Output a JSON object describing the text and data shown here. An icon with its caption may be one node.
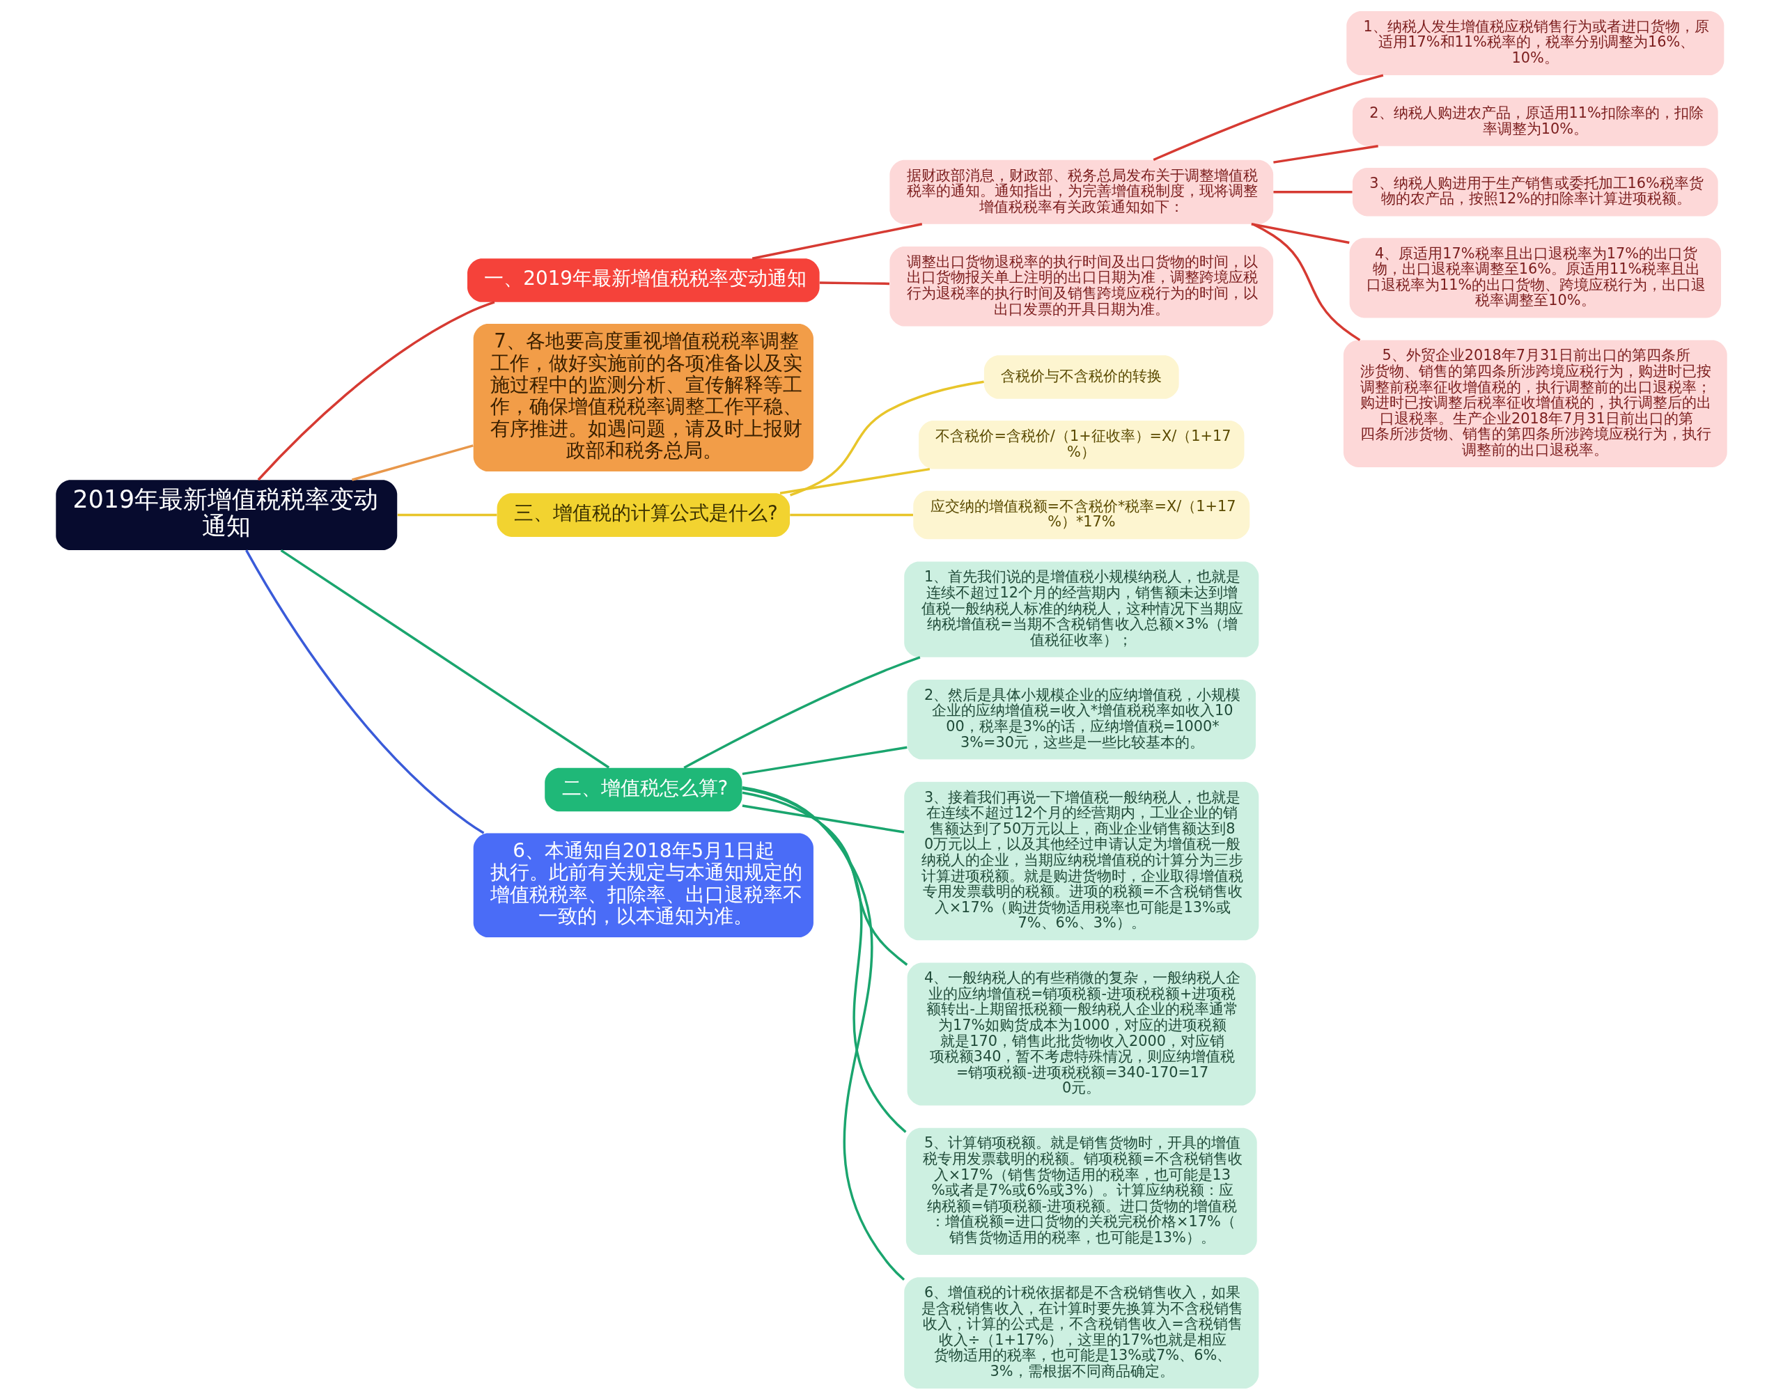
{
  "diagram": {
    "nodes": [
      {
        "text": [
          "2019年最新增值税税率变动通知"
        ]
      },
      {
        "text": [
          "一、2019年最新增值税税率变动通知"
        ]
      },
      {
        "text": [
          "据财政部消息，财政部、税务总局发布关于调整增值税税率的通知。通知指出，为完善增值税制度，现将调整增值税税率有关政策通知如下："
        ]
      },
      {
        "text": [
          "1、纳税人发生增值税应税销售行为或者进口货物，原适用17%和11%税率的，税率分别调整为16%、10%。"
        ]
      },
      {
        "text": [
          "2、纳税人购进农产品，原适用11%扣除率的，扣除率调整为10%。"
        ]
      },
      {
        "text": [
          "3、纳税人购进用于生产销售或委托加工16%税率货物的农产品，按照12%的扣除率计算进项税额。"
        ]
      },
      {
        "text": [
          "4、原适用17%税率且出口退税率为17%的出口货物，出口退税率调整至16%。原适用11%税率且出口退税率为11%的出口货物、跨境应税行为，出口退税率调整至10%。"
        ]
      },
      {
        "text": [
          "5、外贸企业2018年7月31日前出口的第四条所涉货物、销售的第四条所涉跨境应税行为，购进时已按调整前税率征收增值税的，执行调整前的出口退税率；购进时已按调整后税率征收增值税的，执行调整后的出口退税率。生产企业2018年7月31日前出口的第四条所涉货物、销售的第四条所涉跨境应税行为，执行调整前的出口退税率。"
        ]
      },
      {
        "text": [
          "调整出口货物退税率的执行时间及出口货物的时间，以出口货物报关单上注明的出口日期为准，调整跨境应税行为退税率的执行时间及销售跨境应税行为的时间，以出口发票的开具日期为准。"
        ]
      },
      {
        "text": [
          "7、各地要高度重视增值税税率调整工作，做好实施前的各项准备以及实施过程中的监测分析、宣传解释等工作，确保增值税税率调整工作平稳、有序推进。如遇问题，请及时上报财政部和税务总局。"
        ]
      },
      {
        "text": [
          "三、增值税的计算公式是什么?"
        ]
      },
      {
        "text": [
          "含税价与不含税价的转换"
        ]
      },
      {
        "text": [
          "不含税价=含税价/（1+征收率）=X/（1+17%）"
        ]
      },
      {
        "text": [
          "应交纳的增值税额=不含税价*税率=X/（1+17%）*17%"
        ]
      },
      {
        "text": [
          "二、增值税怎么算?"
        ]
      },
      {
        "text": [
          "1、首先我们说的是增值税小规模纳税人，也就是连续不超过12个月的经营期内，销售额未达到增值税一般纳税人标准的纳税人，这种情况下当期应纳税增值税=当期不含税销售收入总额×3%（增值税征收率）；"
        ]
      },
      {
        "text": [
          "2、然后是具体小规模企业的应纳增值税，小规模企业的应纳增值税=收入*增值税税率如收入1000，税率是3%的话，应纳增值税=1000*3%=30元，这些是一些比较基本的。"
        ]
      },
      {
        "text": [
          "3、接着我们再说一下增值税一般纳税人，也就是在连续不超过12个月的经营期内，工业企业的销售额达到了50万元以上，商业企业销售额达到80万元以上，以及其他经过申请认定为增值税一般纳税人的企业，当期应纳税增值税的计算分为三步计算进项税额。就是购进货物时，企业取得增值税专用发票载明的税额。进项的税额=不含税销售收入×17%（购进货物适用税率也可能是13%或7%、6%、3%）。"
        ]
      },
      {
        "text": [
          "4、一般纳税人的有些稍微的复杂，一般纳税人企业的应纳增值税=销项税额-进项税税额+进项税额转出-上期留抵税额一般纳税人企业的税率通常为17%如购货成本为1000，对应的进项税额就是170，销售此批货物收入2000，对应销项税额340，暂不考虑特殊情况，则应纳增值税=销项税额-进项税税额=340-170=170元。"
        ]
      },
      {
        "text": [
          "5、计算销项税额。就是销售货物时，开具的增值税专用发票载明的税额。销项税额=不含税销售收入×17%（销售货物适用的税率，也可能是13%或者是7%或6%或3%）。计算应纳税额：应纳税额=销项税额-进项税额。进口货物的增值税：增值税额=进口货物的关税完税价格×17%（销售货物适用的税率，也可能是13%）。"
        ]
      },
      {
        "text": [
          "6、增值税的计税依据都是不含税销售收入，如果是含税销售收入，在计算时要先换算为不含税销售收入，计算的公式是，不含税销售收入=含税销售收入÷（1+17%），这里的17%也就是相应货物适用的税率，也可能是13%或7%、6%、3%，需根据不同商品确定。"
        ]
      },
      {
        "text": [
          "6、本通知自2018年5月1日起执行。此前有关规定与本通知规定的增值税税率、扣除率、出口退税率不一致的，以本通知为准。"
        ]
      }
    ],
    "edges": [
      {
        "from": 0,
        "to": 1,
        "arrow": "none"
      },
      {
        "from": 1,
        "to": 2,
        "arrow": "none"
      },
      {
        "from": 2,
        "to": 3,
        "arrow": "none"
      },
      {
        "from": 2,
        "to": 4,
        "arrow": "none"
      },
      {
        "from": 2,
        "to": 5,
        "arrow": "none"
      },
      {
        "from": 2,
        "to": 6,
        "arrow": "none"
      },
      {
        "from": 2,
        "to": 7,
        "arrow": "none"
      },
      {
        "from": 1,
        "to": 8,
        "arrow": "none"
      },
      {
        "from": 0,
        "to": 9,
        "arrow": "none",
        "color": "#e8974a"
      },
      {
        "from": 0,
        "to": 10,
        "arrow": "none",
        "color": "#e8c52a"
      },
      {
        "from": 10,
        "to": 11,
        "arrow": "none",
        "color": "#e8c52a"
      },
      {
        "from": 10,
        "to": 12,
        "arrow": "none",
        "color": "#e8c52a"
      },
      {
        "from": 10,
        "to": 13,
        "arrow": "none",
        "color": "#e8c52a"
      },
      {
        "from": 0,
        "to": 14,
        "arrow": "none",
        "color": "#1aa56e"
      },
      {
        "from": 14,
        "to": 15,
        "arrow": "none",
        "color": "#1aa56e"
      },
      {
        "from": 14,
        "to": 16,
        "arrow": "none",
        "color": "#1aa56e"
      },
      {
        "from": 14,
        "to": 17,
        "arrow": "none",
        "color": "#1aa56e"
      },
      {
        "from": 14,
        "to": 18,
        "arrow": "none",
        "color": "#1aa56e"
      },
      {
        "from": 14,
        "to": 19,
        "arrow": "none",
        "color": "#1aa56e"
      },
      {
        "from": 14,
        "to": 20,
        "arrow": "none",
        "color": "#1aa56e"
      },
      {
        "from": 0,
        "to": 21,
        "arrow": "none",
        "color": "#3a5bd9"
      }
    ]
  }
}
